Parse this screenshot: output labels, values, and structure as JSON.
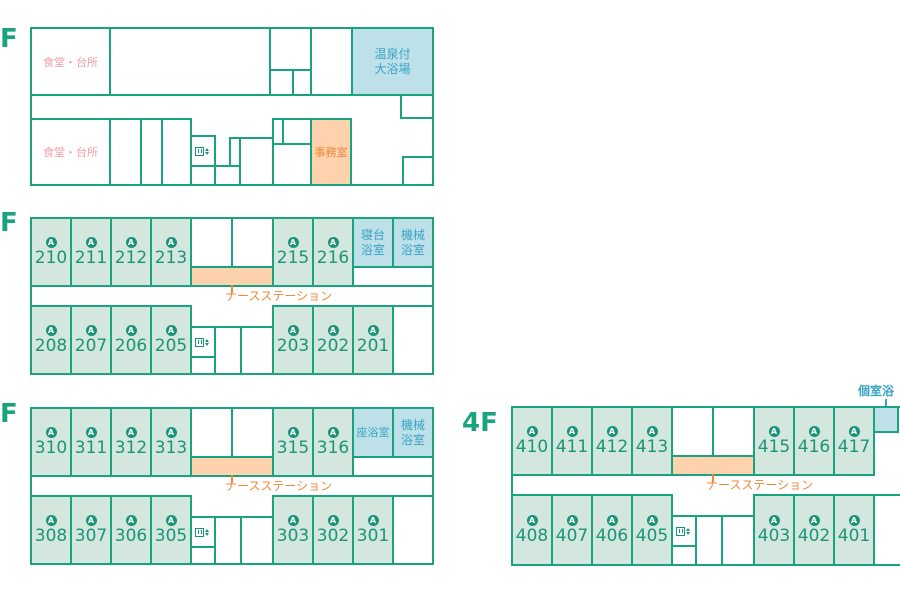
{
  "floors": {
    "f1": {
      "label": "F",
      "dining_top": "食堂・台所",
      "dining_bottom": "食堂・台所",
      "bath": "温泉付\n大浴場",
      "bath_line1": "温泉付",
      "bath_line2": "大浴場",
      "office": "事務室"
    },
    "f2": {
      "label": "F",
      "top_rooms": [
        "210",
        "211",
        "212",
        "213",
        "215",
        "216"
      ],
      "bottom_rooms": [
        "208",
        "207",
        "206",
        "205",
        "203",
        "202",
        "201"
      ],
      "bath1_line1": "寝台",
      "bath1_line2": "浴室",
      "bath2_line1": "機械",
      "bath2_line2": "浴室",
      "nurse_station": "ナースステーション"
    },
    "f3": {
      "label": "F",
      "top_rooms": [
        "310",
        "311",
        "312",
        "313",
        "315",
        "316"
      ],
      "bottom_rooms": [
        "308",
        "307",
        "306",
        "305",
        "303",
        "302",
        "301"
      ],
      "bath1": "座浴室",
      "bath2_line1": "機械",
      "bath2_line2": "浴室",
      "nurse_station": "ナースステーション"
    },
    "f4": {
      "label": "4F",
      "top_rooms": [
        "410",
        "411",
        "412",
        "413",
        "415",
        "416",
        "417"
      ],
      "bottom_rooms": [
        "408",
        "407",
        "406",
        "405",
        "403",
        "402",
        "401"
      ],
      "private_bath": "個室浴",
      "nurse_station": "ナースステーション"
    }
  },
  "badge_letter": "A",
  "icons": {
    "elevator": "elevator-icon",
    "accessible": "accessible-room-badge"
  },
  "colors": {
    "wall": "#1aa37f",
    "guest": "#d3e7df",
    "bath": "#bde0e9",
    "nurse": "#fdd2ad",
    "dining_text": "#f29ca6"
  }
}
